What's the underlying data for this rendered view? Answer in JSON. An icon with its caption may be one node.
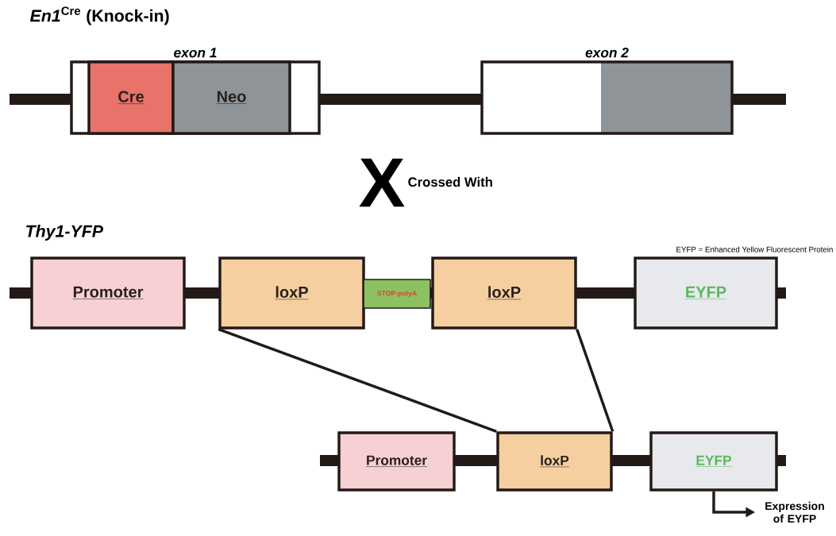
{
  "diagram": {
    "nodes": [
      {
        "text": [
          "exon 1"
        ]
      },
      {
        "text": [
          "Cre"
        ],
        "in": 0
      },
      {
        "text": [
          "Neo"
        ],
        "in": 0
      },
      {
        "text": [
          "exon 2"
        ]
      },
      {
        "text": [
          "Promoter"
        ]
      },
      {
        "text": [
          "loxP"
        ]
      },
      {
        "text": [
          "STOP-polyA"
        ]
      },
      {
        "text": [
          "loxP"
        ]
      },
      {
        "text": [
          "EYFP"
        ]
      },
      {
        "text": [
          "Promoter"
        ]
      },
      {
        "text": [
          "loxP"
        ]
      },
      {
        "text": [
          "EYFP"
        ]
      },
      {
        "text": [
          "Expression of EYFP"
        ]
      }
    ],
    "edges": [
      {
        "from": 5,
        "to": 10,
        "arrow": "none"
      },
      {
        "from": 7,
        "to": 10,
        "arrow": "none"
      },
      {
        "from": 11,
        "to": 12,
        "arrow": "to"
      }
    ],
    "labels": [
      "*En1*$^{Cre}$ (Knock-in)",
      "X",
      "Crossed With",
      "Thy1-YFP",
      "EYFP = Enhanced Yellow Fluorescent Protein"
    ]
  }
}
